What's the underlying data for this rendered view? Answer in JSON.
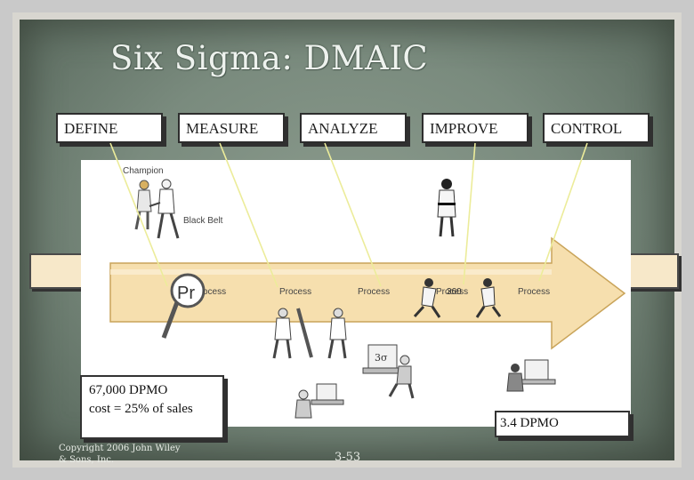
{
  "slide": {
    "title": "Six Sigma: DMAIC",
    "phases": [
      {
        "label": "DEFINE"
      },
      {
        "label": "MEASURE"
      },
      {
        "label": "ANALYZE"
      },
      {
        "label": "IMPROVE"
      },
      {
        "label": "CONTROL"
      }
    ],
    "diagram": {
      "champion_label": "Champion",
      "black_belt_label": "Black Belt",
      "magnifier_label": "Pr",
      "process_labels": [
        "ocess",
        "Process",
        "Process",
        "Process",
        "Process"
      ],
      "sigma_label": "360",
      "monitor_label": "3σ"
    },
    "callout_left": {
      "line1": "67,000 DPMO",
      "line2": "cost = 25% of sales"
    },
    "callout_right": {
      "text": "3.4 DPMO"
    },
    "footer": {
      "copyright_line1": "Copyright 2006 John Wiley",
      "copyright_line2": "& Sons, Inc.",
      "page": "3-53"
    }
  }
}
